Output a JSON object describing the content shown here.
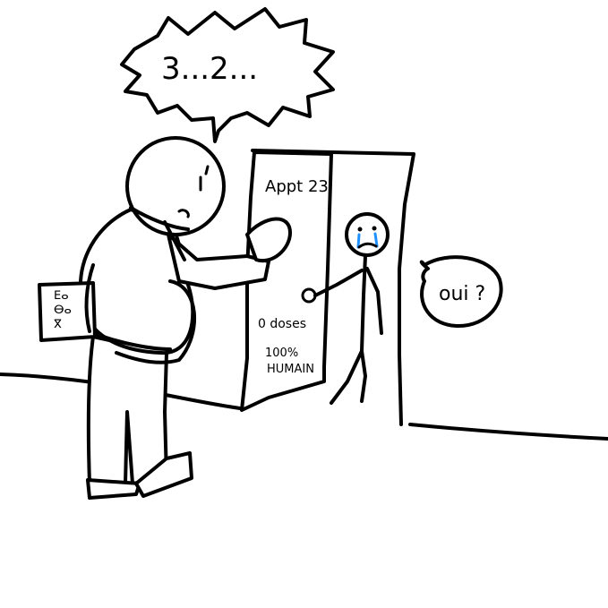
{
  "speech_bubble": {
    "text": "3...2..."
  },
  "door": {
    "apartment_label": "Appt 23",
    "doses_text": "0 doses",
    "percent_text": "100%",
    "human_text": "HUMAIN"
  },
  "reply_bubble": {
    "text": "oui ?"
  },
  "clipboard": {
    "lines": [
      "ⴹⴰ",
      "ⴱⴰ",
      "ⴳ"
    ]
  },
  "colors": {
    "ink": "#000000",
    "tears": "#1e90ff",
    "background": "#ffffff"
  }
}
